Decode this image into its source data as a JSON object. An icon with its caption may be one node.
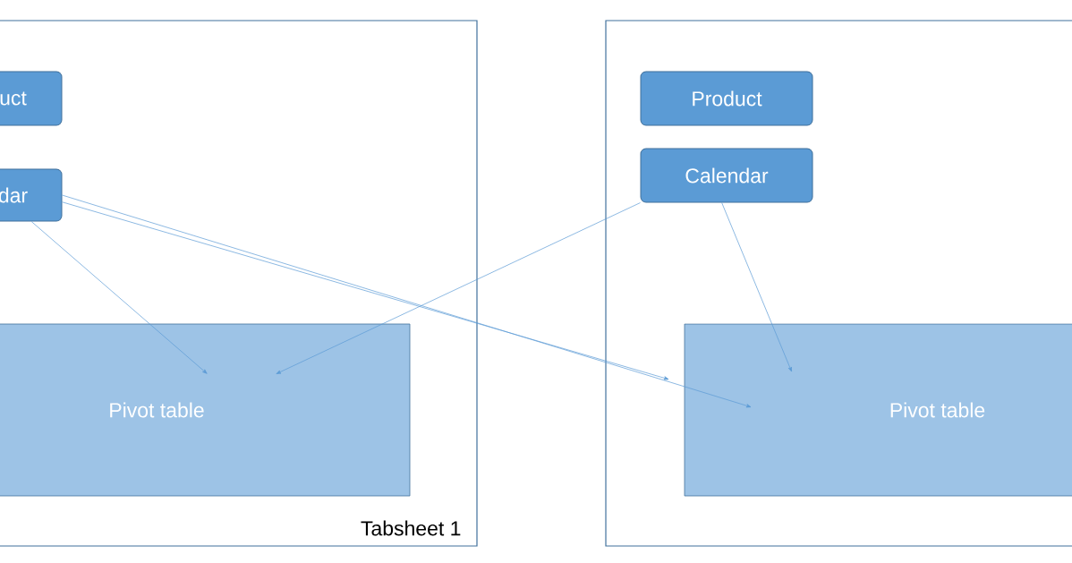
{
  "diagram": {
    "nodes": [
      {
        "text": [
          "Tabsheet 1"
        ]
      },
      {
        "text": [
          "uct"
        ],
        "in": 0
      },
      {
        "text": [
          "dar"
        ],
        "in": 0
      },
      {
        "text": [
          "Pivot table"
        ],
        "in": 0
      },
      {
        "text": [],
        "shape": "box"
      },
      {
        "text": [
          "Product"
        ],
        "in": 4
      },
      {
        "text": [
          "Calendar"
        ],
        "in": 4
      },
      {
        "text": [
          "Pivot table"
        ],
        "in": 4
      }
    ],
    "edges": [
      {
        "from": 2,
        "to": 3,
        "arrow": "to"
      },
      {
        "from": 2,
        "to": 7,
        "arrow": "to"
      },
      {
        "from": 2,
        "to": 7,
        "arrow": "to"
      },
      {
        "from": 6,
        "to": 3,
        "arrow": "to"
      },
      {
        "from": 6,
        "to": 7,
        "arrow": "to"
      }
    ]
  }
}
